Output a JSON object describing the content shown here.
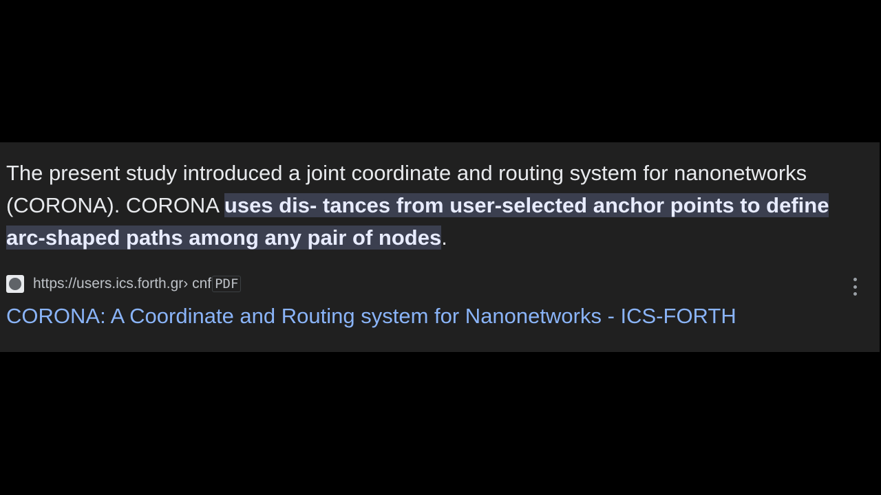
{
  "snippet": {
    "plain": "The present study introduced a joint coordinate and routing system for nanonetworks (CORONA). CORONA ",
    "highlighted": "uses dis- tances from user-selected anchor points to define arc-shaped paths among any pair of nodes",
    "tail": "."
  },
  "result": {
    "favicon": "globe-icon",
    "url": "https://users.ics.forth.gr",
    "breadcrumb": " › cnf",
    "badge": "PDF",
    "title": "CORONA: A Coordinate and Routing system for Nanonetworks - ICS-FORTH",
    "menu_icon": "more-vert-icon"
  },
  "colors": {
    "link": "#8ab4f8",
    "panel": "#202020",
    "highlight": "#3b3f4f"
  }
}
